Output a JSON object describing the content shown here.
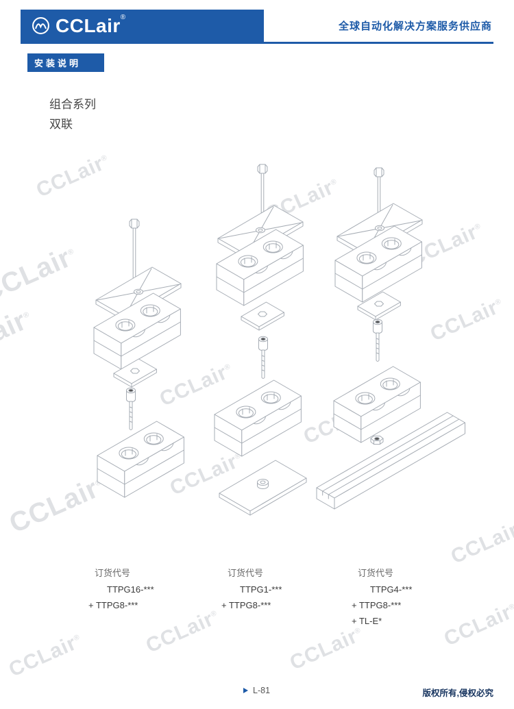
{
  "header": {
    "logo_text": "CCLair",
    "logo_reg": "®",
    "tagline": "全球自动化解决方案服务供应商"
  },
  "section_badge": "安装说明",
  "content": {
    "series_title": "组合系列",
    "series_subtitle": "双联"
  },
  "columns": [
    {
      "order_label": "订货代号",
      "codes": [
        "TTPG16-***",
        "+ TTPG8-***"
      ],
      "parts": [
        "long-hex-bolt",
        "cover-plate",
        "clamp-body-upper",
        "adapter-plate",
        "socket-stud",
        "clamp-body-lower"
      ]
    },
    {
      "order_label": "订货代号",
      "codes": [
        "TTPG1-***",
        "+ TTPG8-***"
      ],
      "parts": [
        "long-hex-bolt",
        "cover-plate",
        "clamp-body-upper",
        "adapter-plate",
        "socket-stud",
        "clamp-body-lower",
        "weld-plate"
      ]
    },
    {
      "order_label": "订货代号",
      "codes": [
        "TTPG4-***",
        "+ TTPG8-***",
        "+ TL-E*"
      ],
      "parts": [
        "long-hex-bolt",
        "cover-plate",
        "clamp-body-upper",
        "adapter-plate",
        "socket-stud",
        "clamp-body-lower",
        "hex-nut",
        "mounting-rail"
      ]
    }
  ],
  "watermark": {
    "text": "CCLair",
    "reg": "®"
  },
  "footer": {
    "page_number": "L-81",
    "copyright": "版权所有,侵权必究"
  },
  "colors": {
    "brand_blue": "#1e5ba8",
    "line_gray": "#a6acb4",
    "watermark_gray": "#c6c9ce"
  }
}
